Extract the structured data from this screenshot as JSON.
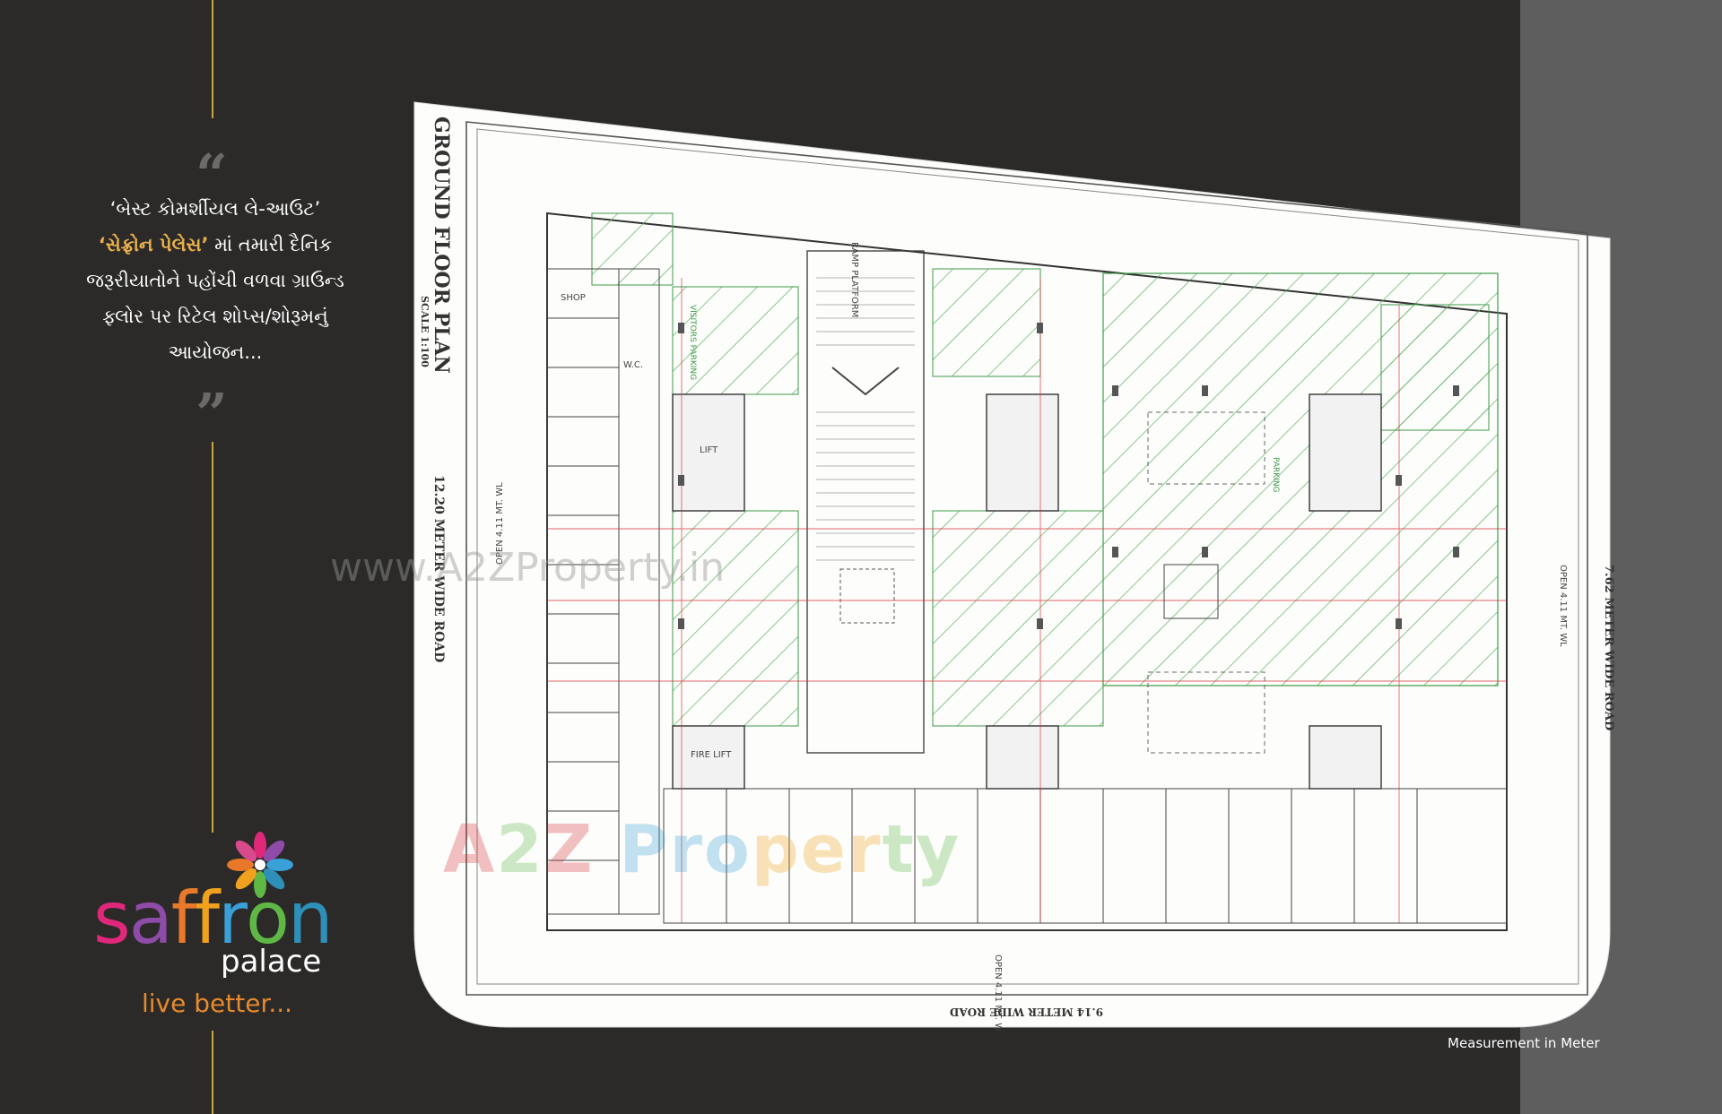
{
  "tagline": {
    "line1": "‘બેસ્ટ કોમર્શીયલ લે-આઉટ’",
    "line2_highlight": "‘સેફ્રોન પેલેસ’",
    "line2_rest": " માં તમારી દૈનિક",
    "line3": "જરૂરીયાતોને પહોંચી વળવા ગ્રાઉન્ડ",
    "line4": "ફ્લોર પર રિટેલ શોપ્સ/શોરૂમનું",
    "line5": "આયોજન...",
    "quote_open": "“",
    "quote_close": "”"
  },
  "logo": {
    "word_letters": [
      "s",
      "a",
      "f",
      "f",
      "r",
      "o",
      "n"
    ],
    "word_colors": [
      "#e0287a",
      "#8e4ba8",
      "#e8782a",
      "#f0a21f",
      "#3aa0d8",
      "#5fb846",
      "#2e8fb8"
    ],
    "sub": "palace",
    "tagline": "live better..."
  },
  "plan": {
    "title": "GROUND FLOOR PLAN",
    "scale": "SCALE 1:100",
    "left_road": "12.20 METER WIDE ROAD",
    "right_road": "7.62 METER WIDE ROAD",
    "bottom_road": "9.14 METER WIDE ROAD",
    "open_left": "OPEN 4.11 MT. WL",
    "open_right": "OPEN 4.11 MT. WL",
    "open_bottom": "OPEN 4.11 MT. WL",
    "ramp": "RAMP PLATFORM",
    "parking": "PARKING",
    "visitors_parking": "VISITORS PARKING",
    "lift": "LIFT",
    "fire_lift": "FIRE LIFT",
    "wc": "W.C.",
    "shop": "SHOP"
  },
  "watermarks": {
    "site": "www.A2ZProperty.in",
    "brand": "A2Z Property"
  },
  "footer": {
    "measurement": "Measurement in Meter"
  },
  "colors": {
    "background": "#2b2a29",
    "right_band": "#5e5e5e",
    "gold": "#c9a24a",
    "highlight": "#e7b04b",
    "plan_green": "#3f9a4a",
    "plan_red": "#d8323a"
  }
}
